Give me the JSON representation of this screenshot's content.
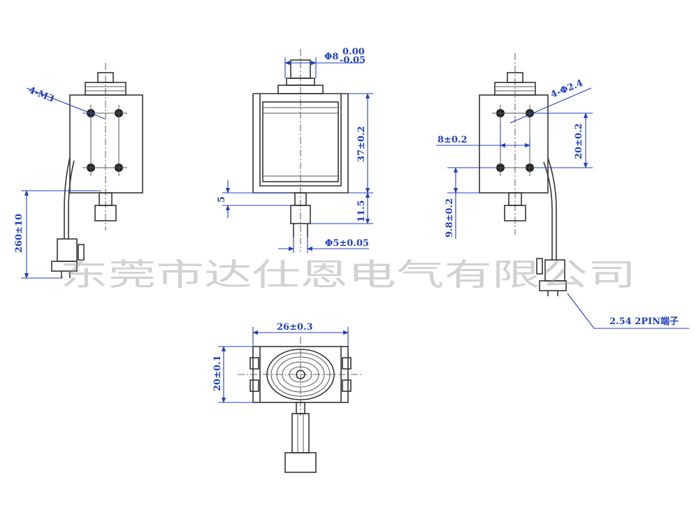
{
  "watermark": "东莞市达仕恩电气有限公司",
  "colors": {
    "dimension": "#1f3fbf",
    "outline": "#333333",
    "watermark": "#9a9a9a"
  },
  "dimensions": {
    "left_view": {
      "thread_label": "4-M3",
      "lead_length": "260±10"
    },
    "front_view": {
      "plunger_dia": "Φ8",
      "plunger_tol_upper": "0.00",
      "plunger_tol_lower": "-0.05",
      "height": "37±0.2",
      "offset": "5",
      "protrusion": "11.5",
      "shaft_dia": "Φ5±0.05"
    },
    "right_view": {
      "hole_label": "4-Φ2.4",
      "hole_offset": "8±0.2",
      "hole_spacing": "20±0.2",
      "bottom_offset": "9.8±0.2",
      "connector": "2.54 2PIN端子"
    },
    "bottom_view": {
      "width": "26±0.3",
      "depth": "20±0.1"
    }
  }
}
